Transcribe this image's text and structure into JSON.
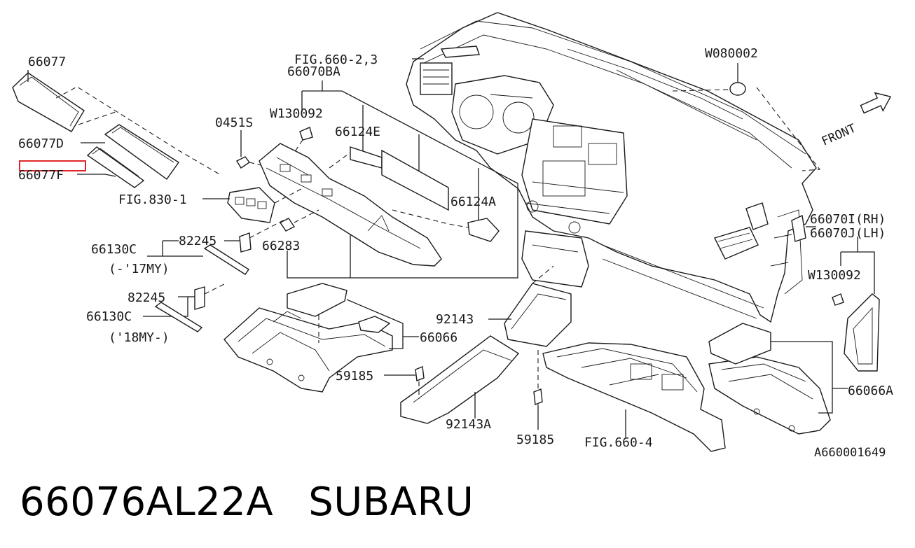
{
  "labels": {
    "p66077": "66077",
    "p66077D": "66077D",
    "p66077F": "66077F",
    "fig830": "FIG.830-1",
    "p0451S": "0451S",
    "w130092_a": "W130092",
    "fig660_23": "FIG.660-2,3",
    "p66070BA": "66070BA",
    "p66124E": "66124E",
    "p66124A": "66124A",
    "p82245_a": "82245",
    "p66130C_a": "66130C",
    "my17": "(-'17MY)",
    "p66283": "66283",
    "p82245_b": "82245",
    "p66130C_b": "66130C",
    "my18": "('18MY-)",
    "p92143": "92143",
    "p66066": "66066",
    "p59185_a": "59185",
    "p92143A": "92143A",
    "p59185_b": "59185",
    "fig660_4": "FIG.660-4",
    "w080002": "W080002",
    "front": "FRONT",
    "p66070I": "66070I(RH)",
    "p66070J": "66070J(LH)",
    "w130092_b": "W130092",
    "p66066A": "66066A",
    "diagram_code": "A660001649"
  },
  "highlight_color": "#e0262a",
  "footer": {
    "part_number": "66076AL22A",
    "brand": "SUBARU"
  }
}
